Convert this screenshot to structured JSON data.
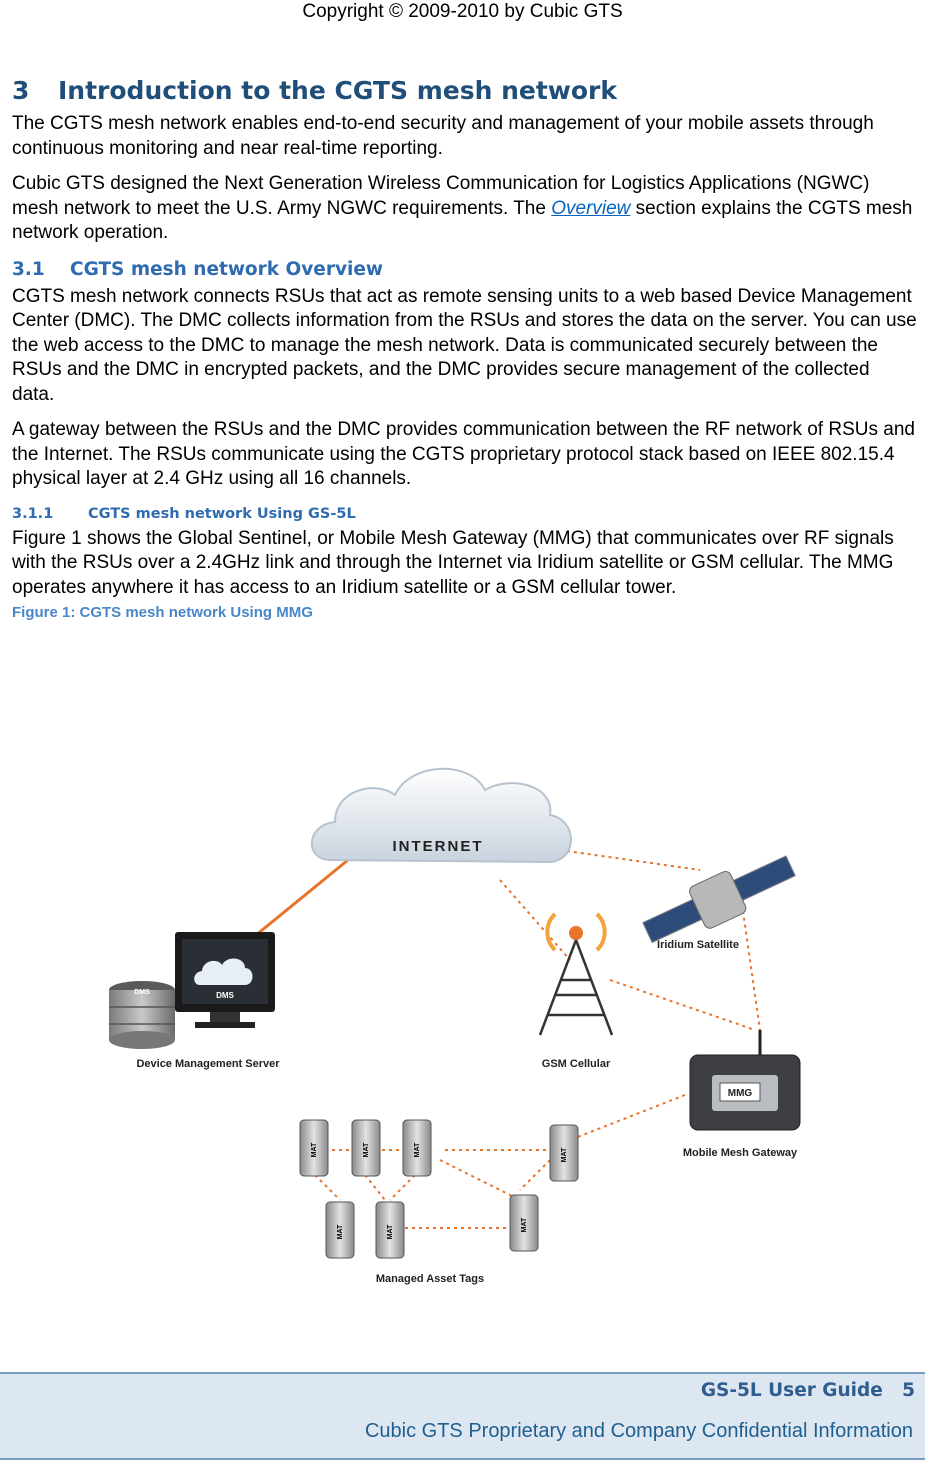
{
  "header": {
    "copyright": "Copyright © 2009-2010 by Cubic GTS"
  },
  "section3": {
    "number": "3",
    "title": "Introduction to the CGTS mesh network",
    "p1": "The CGTS mesh network enables end-to-end security and management of your mobile assets through continuous monitoring and near real-time reporting.",
    "p2_before": "Cubic GTS designed the Next Generation Wireless Communication for Logistics Applications (NGWC) mesh network to meet the U.S. Army NGWC requirements. The ",
    "p2_link": "Overview",
    "p2_after": " section explains the CGTS mesh network operation."
  },
  "section31": {
    "number": "3.1",
    "title": "CGTS mesh network Overview",
    "p1": "CGTS mesh network connects RSUs that act as remote sensing units to a web based Device Management Center (DMC). The DMC collects information from the RSUs and stores the data on the server. You can use the web access to the DMC to manage the mesh network. Data is communicated securely between the RSUs and the DMC in encrypted packets, and the DMC provides secure management of the collected data.",
    "p2": "A gateway between the RSUs and the DMC provides communication between the RF network of RSUs and the Internet. The RSUs communicate using the CGTS proprietary protocol stack based on IEEE 802.15.4 physical layer at 2.4 GHz using all 16 channels."
  },
  "section311": {
    "number": "3.1.1",
    "title": "CGTS mesh network Using GS-5L",
    "p1": "Figure 1 shows the Global Sentinel, or Mobile Mesh Gateway (MMG) that communicates over RF signals with the RSUs over a 2.4GHz link and through the Internet via Iridium satellite or GSM cellular. The MMG operates anywhere it has access to an Iridium satellite or a GSM cellular tower.",
    "caption": "Figure 1: CGTS mesh network Using MMG"
  },
  "figure": {
    "internet": "INTERNET",
    "dms_db": "DMS",
    "dms_screen": "DMS",
    "server_label": "Device Management Server",
    "satellite_label": "Iridium Satellite",
    "gsm_label": "GSM Cellular",
    "mmg_device": "MMG",
    "mmg_label": "Mobile Mesh Gateway",
    "tag_text": "MAT",
    "tags_label": "Managed Asset Tags"
  },
  "footer": {
    "guide": "GS-5L User Guide   5",
    "confidential": "Cubic GTS Proprietary and Company Confidential Information"
  }
}
